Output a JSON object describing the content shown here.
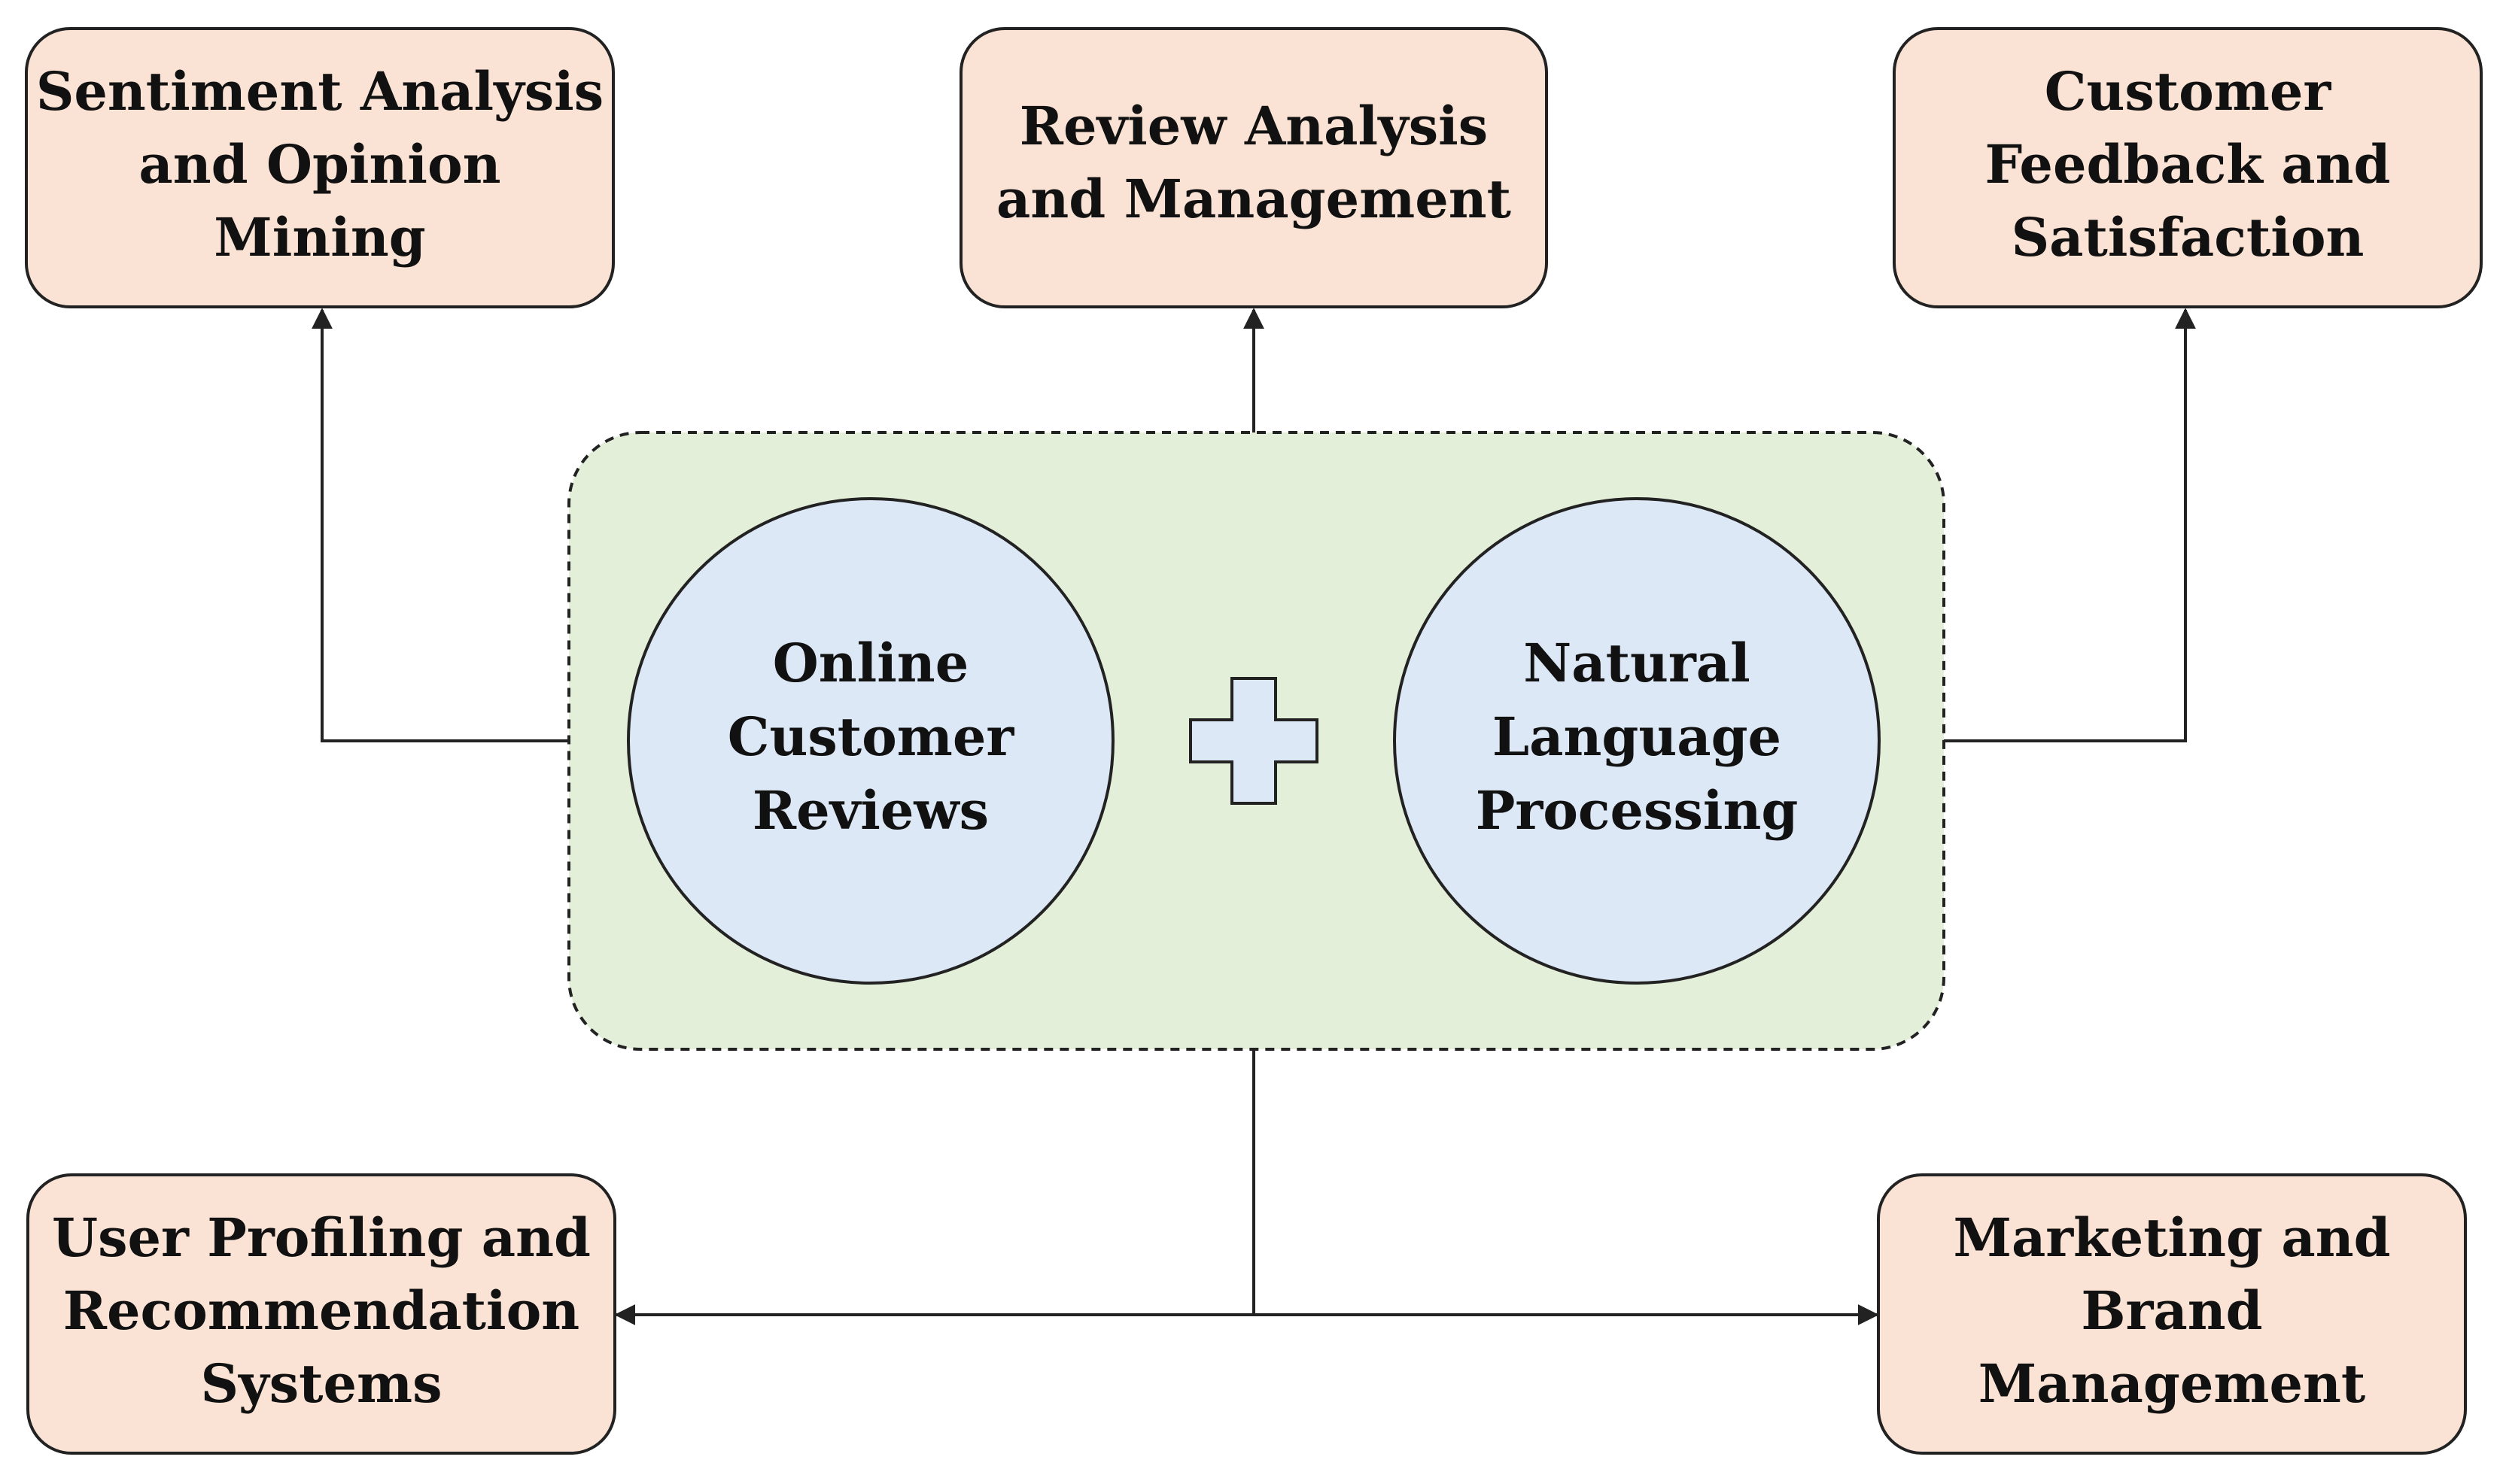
{
  "colors": {
    "outcome_box_fill": "#fae3d5",
    "core_region_fill": "#e3efd9",
    "circle_fill": "#dce8f5",
    "plus_fill": "#dce8f5",
    "stroke": "#222222"
  },
  "core": {
    "left_circle": {
      "lines": [
        "Online",
        "Customer",
        "Reviews"
      ]
    },
    "plus_icon": "plus-icon",
    "right_circle": {
      "lines": [
        "Natural",
        "Language",
        "Processing"
      ]
    }
  },
  "outcomes": {
    "top_left": {
      "lines": [
        "Sentiment Analysis",
        "and Opinion",
        "Mining"
      ]
    },
    "top_center": {
      "lines": [
        "Review Analysis",
        "and Management"
      ]
    },
    "top_right": {
      "lines": [
        "Customer",
        "Feedback and",
        "Satisfaction"
      ]
    },
    "bottom_left": {
      "lines": [
        "User Profiling and",
        "Recommendation",
        "Systems"
      ]
    },
    "bottom_right": {
      "lines": [
        "Marketing and",
        "Brand",
        "Management"
      ]
    }
  }
}
